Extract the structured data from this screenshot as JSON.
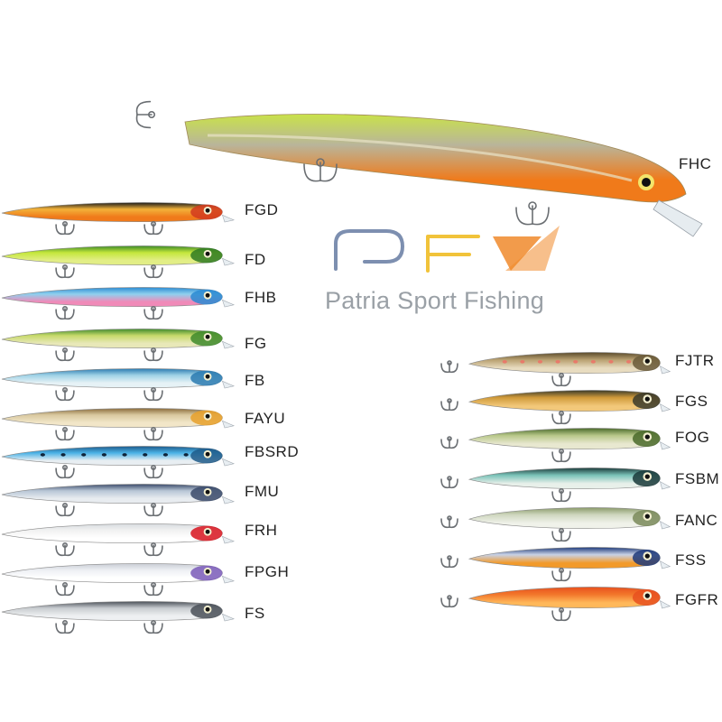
{
  "watermark": {
    "text": "Patria Sport Fishing",
    "colors": {
      "blue": "#7d8fb0",
      "orange": "#f08a2b",
      "yellow": "#f1c33a",
      "text": "#9aa0a6"
    }
  },
  "hero_lure": {
    "code": "FHC",
    "colors": {
      "back": "#c9e24a",
      "side": "#b9b59a",
      "belly": "#f07a1a",
      "eye": "#f3e46a"
    }
  },
  "left_lures": [
    {
      "code": "FGD",
      "back": "#1a1a1a",
      "side": "#f2b23a",
      "belly": "#f07a1a",
      "head": "#d23a1e"
    },
    {
      "code": "FD",
      "back": "#3c8a2a",
      "side": "#c4e63a",
      "belly": "#e2ee86",
      "head": "#2f7a22"
    },
    {
      "code": "FHB",
      "back": "#2a8ad2",
      "side": "#8fd0ee",
      "belly": "#f08ab8",
      "head": "#2a8ad2"
    },
    {
      "code": "FG",
      "back": "#3e8a2c",
      "side": "#c7d96a",
      "belly": "#e8e8b8",
      "head": "#3e8a2c"
    },
    {
      "code": "FB",
      "back": "#2a7ab0",
      "side": "#9fd2e6",
      "belly": "#e6f2f6",
      "head": "#2a7ab0"
    },
    {
      "code": "FAYU",
      "back": "#8a6a3a",
      "side": "#d9c9a0",
      "belly": "#f2e6c8",
      "head": "#e8a02a"
    },
    {
      "code": "FBSRD",
      "back": "#1e5a8a",
      "side": "#4ab2e6",
      "belly": "#e8eef2",
      "head": "#1e5a8a"
    },
    {
      "code": "FMU",
      "back": "#3a4a6a",
      "side": "#b8c6d6",
      "belly": "#e8ecf0",
      "head": "#3a4a6a"
    },
    {
      "code": "FRH",
      "back": "#d8dce0",
      "side": "#f2f2f2",
      "belly": "#ffffff",
      "head": "#d8141e"
    },
    {
      "code": "FPGH",
      "back": "#c8ccd4",
      "side": "#eef0f4",
      "belly": "#ffffff",
      "head": "#7a5ab8"
    },
    {
      "code": "FS",
      "back": "#4a5058",
      "side": "#c8ccd0",
      "belly": "#eef0f2",
      "head": "#4a5058"
    }
  ],
  "right_lures": [
    {
      "code": "FJTR",
      "back": "#5a4a2a",
      "side": "#b8a070",
      "belly": "#e8dcc0",
      "head": "#6a5a3a"
    },
    {
      "code": "FGS",
      "back": "#3a3a2a",
      "side": "#d09a3a",
      "belly": "#f2c87a",
      "head": "#3a3a2a"
    },
    {
      "code": "FOG",
      "back": "#4a6a2a",
      "side": "#b8c88a",
      "belly": "#e8e8d0",
      "head": "#4a6a2a"
    },
    {
      "code": "FSBM",
      "back": "#1a3a3a",
      "side": "#7ac2b8",
      "belly": "#e8f0ea",
      "head": "#1a3a3a"
    },
    {
      "code": "FANC",
      "back": "#8a9a6a",
      "side": "#d0d8c0",
      "belly": "#f0f2ea",
      "head": "#7a8a5a"
    },
    {
      "code": "FSS",
      "back": "#1e3a7a",
      "side": "#c8d2e6",
      "belly": "#f29a2a",
      "head": "#1e3a7a"
    },
    {
      "code": "FGFR",
      "back": "#e8501e",
      "side": "#f2762a",
      "belly": "#ffb85a",
      "head": "#e8501e"
    }
  ]
}
